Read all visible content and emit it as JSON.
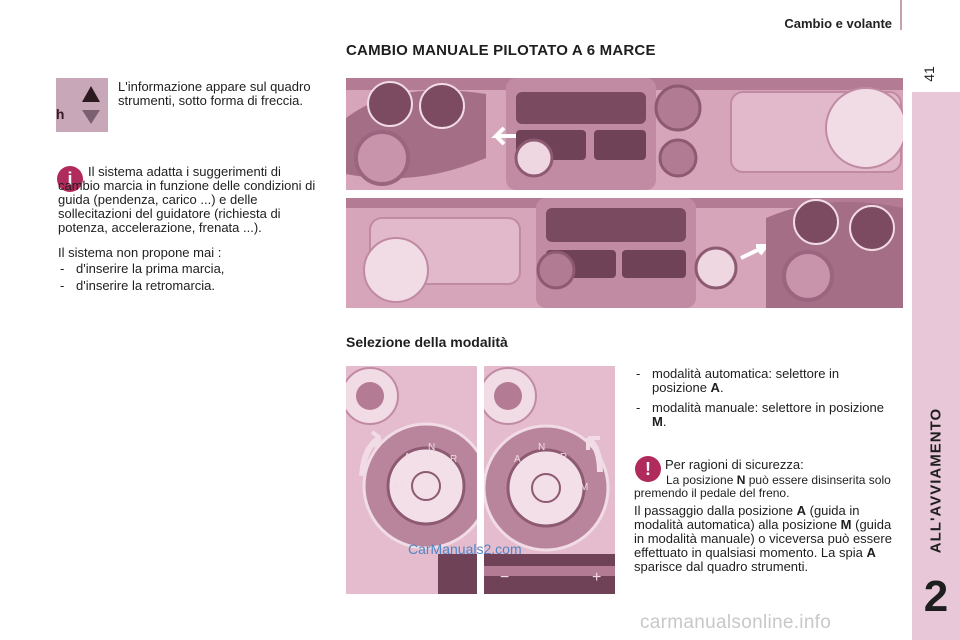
{
  "header": {
    "running_head": "Cambio e volante",
    "page_number": "41"
  },
  "side_tab": {
    "label": "ALL'AVVIAMENTO",
    "chapter": "2"
  },
  "title": "CAMBIO MANUALE PILOTATO A 6 MARCE",
  "gauge_thumb": {
    "unit": "/h"
  },
  "intro_text": "L'informazione appare sul quadro strumenti, sotto forma di freccia.",
  "info_note": {
    "icon": "i",
    "paragraph": "Il sistema adatta i suggerimenti di cambio marcia in funzione delle condizioni di guida (pendenza, carico ...) e delle sollecitazioni del guidatore (richiesta di potenza, accelerazione, frenata ...).",
    "never_intro": "Il sistema non propone mai :",
    "items": [
      "d'inserire la prima marcia,",
      "d'inserire la retromarcia."
    ]
  },
  "section": {
    "title": "Selezione della modalità"
  },
  "modes": [
    {
      "text": "modalità automatica: selettore in posizione ",
      "letter": "A",
      "end": "."
    },
    {
      "text": "modalità manuale: selettore in posizione ",
      "letter": "M",
      "end": "."
    }
  ],
  "warning_note": {
    "icon": "!",
    "title": "Per ragioni di sicurezza:",
    "line_pre": "La posizione ",
    "line_letter": "N",
    "line_post": " può essere disinserita solo premendo il pedale del freno."
  },
  "transition": {
    "p1": "Il passaggio dalla posizione ",
    "l1": "A",
    "p2": " (guida in modalità automatica) alla posizione ",
    "l2": "M",
    "p3": " (guida in modalità manuale) o viceversa può essere effettuato in qualsiasi momento. La spia ",
    "l3": "A",
    "p4": " sparisce dal quadro strumenti."
  },
  "selector_labels": {
    "left": [
      "M",
      "A",
      "N",
      "R"
    ],
    "right": [
      "A",
      "N",
      "R",
      "M"
    ]
  },
  "watermarks": {
    "photo": "CarManuals2.com",
    "footer": "carmanualsonline.info"
  },
  "colors": {
    "accent": "#b02a5c",
    "tab": "#e8c8d8",
    "photo": "#d9a9be"
  }
}
